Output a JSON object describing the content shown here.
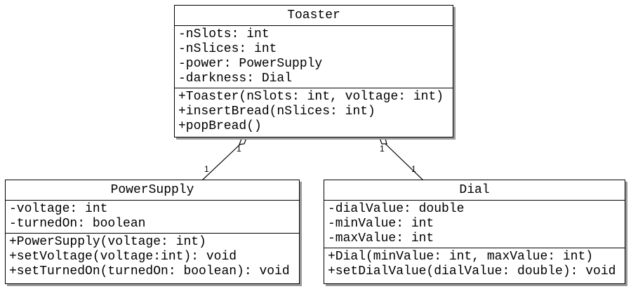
{
  "classes": {
    "toaster": {
      "name": "Toaster",
      "attributes": [
        "-nSlots: int",
        "-nSlices: int",
        "-power: PowerSupply",
        "-darkness: Dial"
      ],
      "methods": [
        "+Toaster(nSlots: int, voltage: int)",
        "+insertBread(nSlices: int)",
        "+popBread()"
      ]
    },
    "power_supply": {
      "name": "PowerSupply",
      "attributes": [
        "-voltage: int",
        "-turnedOn: boolean"
      ],
      "methods": [
        "+PowerSupply(voltage: int)",
        "+setVoltage(voltage:int): void",
        "+setTurnedOn(turnedOn: boolean): void"
      ]
    },
    "dial": {
      "name": "Dial",
      "attributes": [
        "-dialValue: double",
        "-minValue: int",
        "-maxValue: int"
      ],
      "methods": [
        "+Dial(minValue: int, maxValue: int)",
        "+setDialValue(dialValue: double): void"
      ]
    }
  },
  "associations": [
    {
      "from": "Toaster",
      "to": "PowerSupply",
      "type": "aggregation",
      "from_multiplicity": "1",
      "to_multiplicity": "1"
    },
    {
      "from": "Toaster",
      "to": "Dial",
      "type": "aggregation",
      "from_multiplicity": "1",
      "to_multiplicity": "1"
    }
  ],
  "colors": {
    "border": "#000000",
    "shadow": "#9a9a9a",
    "background": "#ffffff"
  }
}
